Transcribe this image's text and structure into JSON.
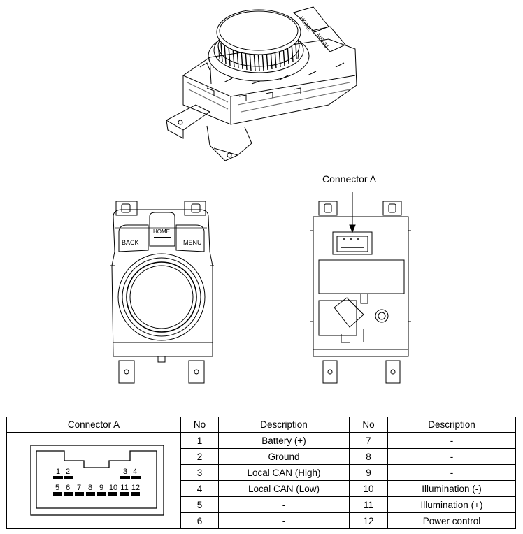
{
  "callout_label": "Connector A",
  "unit": {
    "top_buttons": [
      "HOME",
      "MENU"
    ],
    "front_buttons": {
      "back": "BACK",
      "home": "HOME",
      "menu": "MENU"
    }
  },
  "table": {
    "headers": [
      "Connector A",
      "No",
      "Description",
      "No",
      "Description"
    ],
    "rows": [
      {
        "no_left": "1",
        "desc_left": "Battery (+)",
        "no_right": "7",
        "desc_right": "-"
      },
      {
        "no_left": "2",
        "desc_left": "Ground",
        "no_right": "8",
        "desc_right": "-"
      },
      {
        "no_left": "3",
        "desc_left": "Local CAN (High)",
        "no_right": "9",
        "desc_right": "-"
      },
      {
        "no_left": "4",
        "desc_left": "Local CAN (Low)",
        "no_right": "10",
        "desc_right": "Illumination (-)"
      },
      {
        "no_left": "5",
        "desc_left": "-",
        "no_right": "11",
        "desc_right": "Illumination (+)"
      },
      {
        "no_left": "6",
        "desc_left": "-",
        "no_right": "12",
        "desc_right": "Power control"
      }
    ]
  },
  "connector_pins": {
    "top_row": [
      "1",
      "2",
      "3",
      "4"
    ],
    "bottom_row": [
      "5",
      "6",
      "7",
      "8",
      "9",
      "10",
      "11",
      "12"
    ]
  }
}
